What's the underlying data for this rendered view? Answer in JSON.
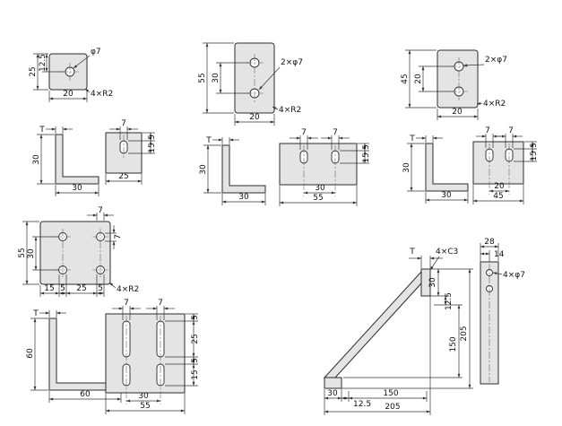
{
  "drawing": {
    "a_top": {
      "d25": "25",
      "d12_5": "12.5",
      "d20": "20",
      "hole": "φ7",
      "corner": "4×R2"
    },
    "a_side": {
      "t": "T",
      "v30": "30",
      "h30": "30"
    },
    "a_front": {
      "s7": "7",
      "e5": "5",
      "l15": "15",
      "w25": "25"
    },
    "b_top": {
      "d55": "55",
      "d30": "30",
      "d20": "20",
      "hole": "2×φ7",
      "corner": "4×R2"
    },
    "b_side": {
      "t": "T",
      "v30": "30",
      "h30": "30"
    },
    "b_front": {
      "s7a": "7",
      "s7b": "7",
      "e5": "5",
      "l15": "15",
      "p30": "30",
      "w55": "55"
    },
    "c_top": {
      "d45": "45",
      "d20": "20",
      "w20": "20",
      "hole": "2×φ7",
      "corner": "4×R2"
    },
    "c_side": {
      "t": "T",
      "v30": "30",
      "h30": "30"
    },
    "c_front": {
      "s7a": "7",
      "s7b": "7",
      "e5": "5",
      "l15": "15",
      "p20": "20",
      "w45": "45"
    },
    "d_top": {
      "d55": "55",
      "d30": "30",
      "b15": "15",
      "b5a": "5",
      "b25": "25",
      "b5b": "5",
      "s7a": "7",
      "s7b": "7",
      "corner": "4×R2"
    },
    "d_side": {
      "t": "T",
      "v60": "60",
      "h60": "60"
    },
    "d_front": {
      "s7a": "7",
      "s7b": "7",
      "e5a": "5",
      "l25": "25",
      "e5b": "5",
      "l15": "15",
      "p30": "30",
      "w55": "55"
    },
    "gusset": {
      "t": "T",
      "chamfer": "4×C3",
      "w28": "28",
      "w14": "14",
      "hole": "4×φ7",
      "v30": "30",
      "v12_5": "12.5",
      "v150": "150",
      "v205": "205",
      "h30": "30",
      "h12_5": "12.5",
      "h150": "150",
      "h205": "205"
    }
  }
}
